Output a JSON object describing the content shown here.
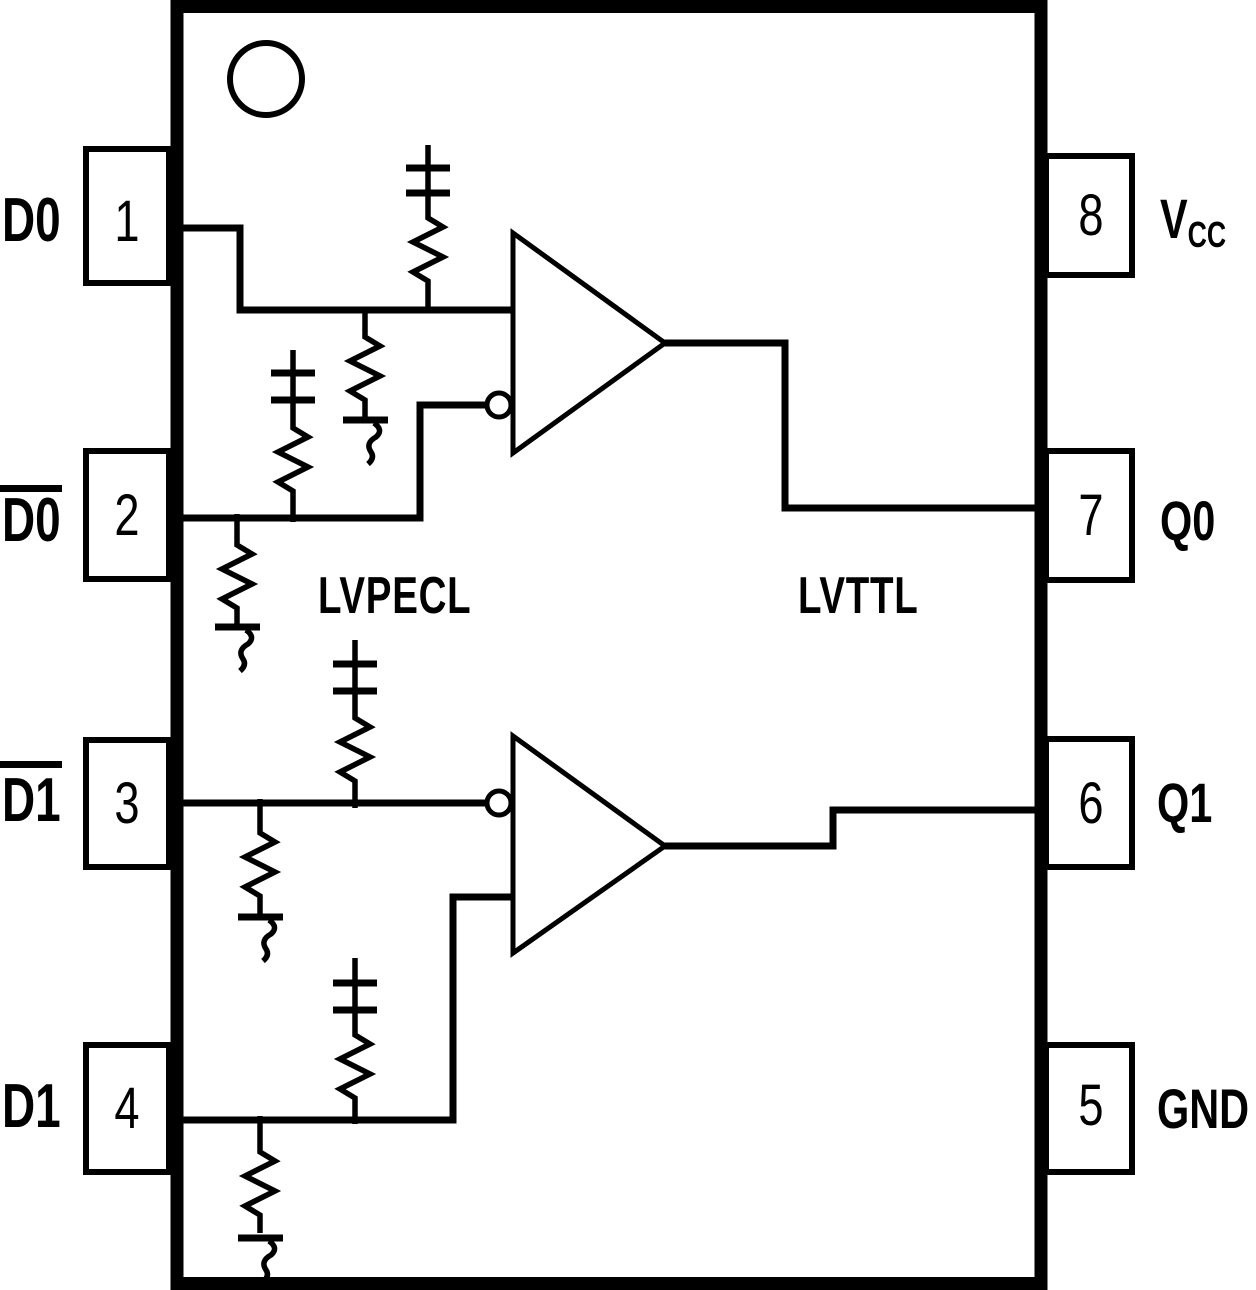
{
  "diagram": {
    "background": "#ffffff",
    "line_color": "#000000",
    "left_pins": [
      {
        "number": "1",
        "label": "D0",
        "active_low": false
      },
      {
        "number": "2",
        "label": "D0",
        "active_low": true
      },
      {
        "number": "3",
        "label": "D1",
        "active_low": true
      },
      {
        "number": "4",
        "label": "D1",
        "active_low": false
      }
    ],
    "right_pins": [
      {
        "number": "8",
        "label": "VCC",
        "main": "V",
        "sub": "CC"
      },
      {
        "number": "7",
        "label": "Q0"
      },
      {
        "number": "6",
        "label": "Q1"
      },
      {
        "number": "5",
        "label": "GND"
      }
    ],
    "region_labels": {
      "left": "LVPECL",
      "right": "LVTTL"
    }
  }
}
